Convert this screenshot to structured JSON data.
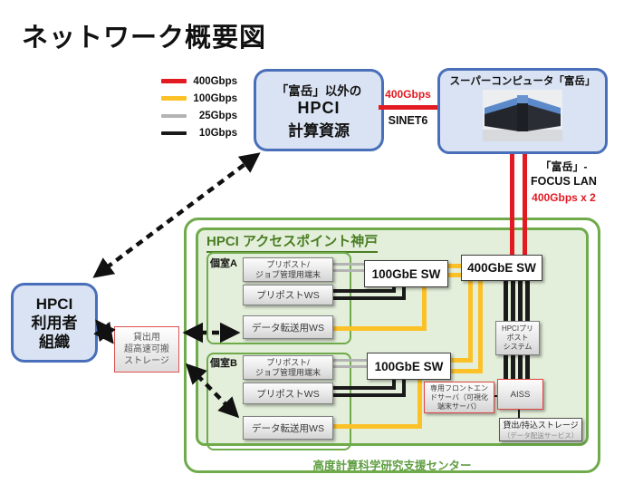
{
  "title": "ネットワーク概要図",
  "colors": {
    "red": "#e21a22",
    "yellow": "#fcc127",
    "gray": "#b3b3b3",
    "black": "#1a1a1a",
    "blue_fill": "#dae3f3",
    "blue_border": "#4a6fba",
    "green_border": "#6faa4b",
    "green_fill": "#e3efda",
    "green_text_dark": "#4a7d23",
    "green_text": "#5f9e41",
    "red_box_border": "#e04545"
  },
  "legend": {
    "items": [
      {
        "label": "400Gbps",
        "color": "#e21a22"
      },
      {
        "label": "100Gbps",
        "color": "#fcc127"
      },
      {
        "label": "25Gbps",
        "color": "#b3b3b3"
      },
      {
        "label": "10Gbps",
        "color": "#1a1a1a"
      }
    ]
  },
  "compute_box": {
    "line1": "「富岳」以外の",
    "line2": "HPCI",
    "line3": "計算資源"
  },
  "fugaku_box": {
    "title": "スーパーコンピュータ「富岳」"
  },
  "sinet_link": {
    "speed": "400Gbps",
    "name": "SINET6"
  },
  "focus_link": {
    "name_line1": "「富岳」-",
    "name_line2": "FOCUS LAN",
    "speed": "400Gbps x 2"
  },
  "access_point": {
    "title": "HPCI アクセスポイント神戸"
  },
  "support_center": {
    "label": "高度計算科学研究支援センター"
  },
  "room_a": {
    "label": "個室A",
    "terminal_line1": "プリポスト/",
    "terminal_line2": "ジョブ管理用端末",
    "prepost_ws": "プリポストWS",
    "data_ws": "データ転送用WS"
  },
  "room_b": {
    "label": "個室B",
    "terminal_line1": "プリポスト/",
    "terminal_line2": "ジョブ管理用端末",
    "prepost_ws": "プリポストWS",
    "data_ws": "データ転送用WS"
  },
  "switches": {
    "sw100_a": "100GbE SW",
    "sw100_b": "100GbE SW",
    "sw400": "400GbE SW"
  },
  "prepost_system": {
    "line1": "HPCIプリ",
    "line2": "ポスト",
    "line3": "システム"
  },
  "frontend_server": {
    "line1": "専用フロントエン",
    "line2": "ドサーバ（可視化",
    "line3": "端末サーバ）"
  },
  "aiss": {
    "label": "AISS"
  },
  "storage_io": {
    "line1": "貸出/持込ストレージ",
    "line2": "（データ配送サービス）"
  },
  "user_org": {
    "line1": "HPCI",
    "line2": "利用者",
    "line3": "組織"
  },
  "portable_storage": {
    "line1": "貸出用",
    "line2": "超高速可搬",
    "line3": "ストレージ"
  }
}
